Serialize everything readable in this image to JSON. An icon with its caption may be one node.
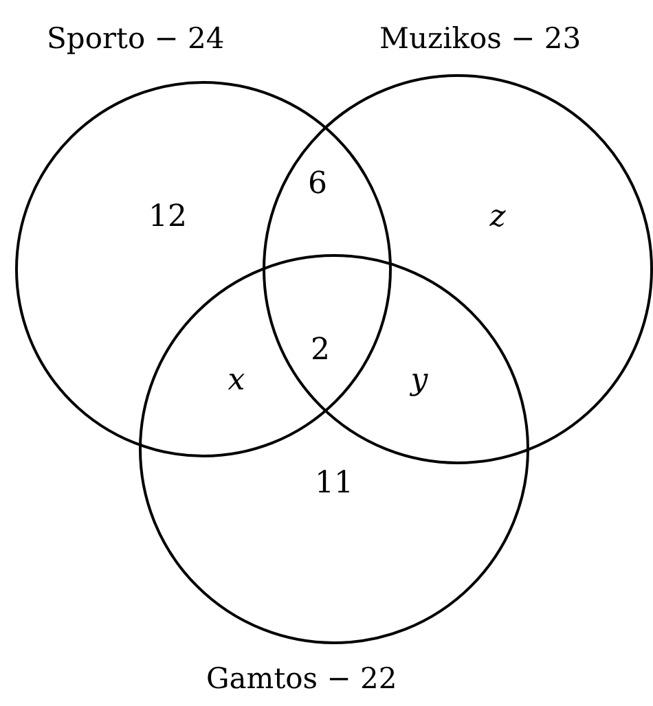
{
  "diagram": {
    "nodes": [
      {
        "text": [
          "Sporto − 24"
        ]
      },
      {
        "text": [
          "Muzikos − 23"
        ]
      },
      {
        "text": [
          "Gamtos − 22"
        ]
      }
    ],
    "labels": [
      "12",
      "6",
      "z",
      "2",
      "x",
      "y",
      "11"
    ]
  }
}
